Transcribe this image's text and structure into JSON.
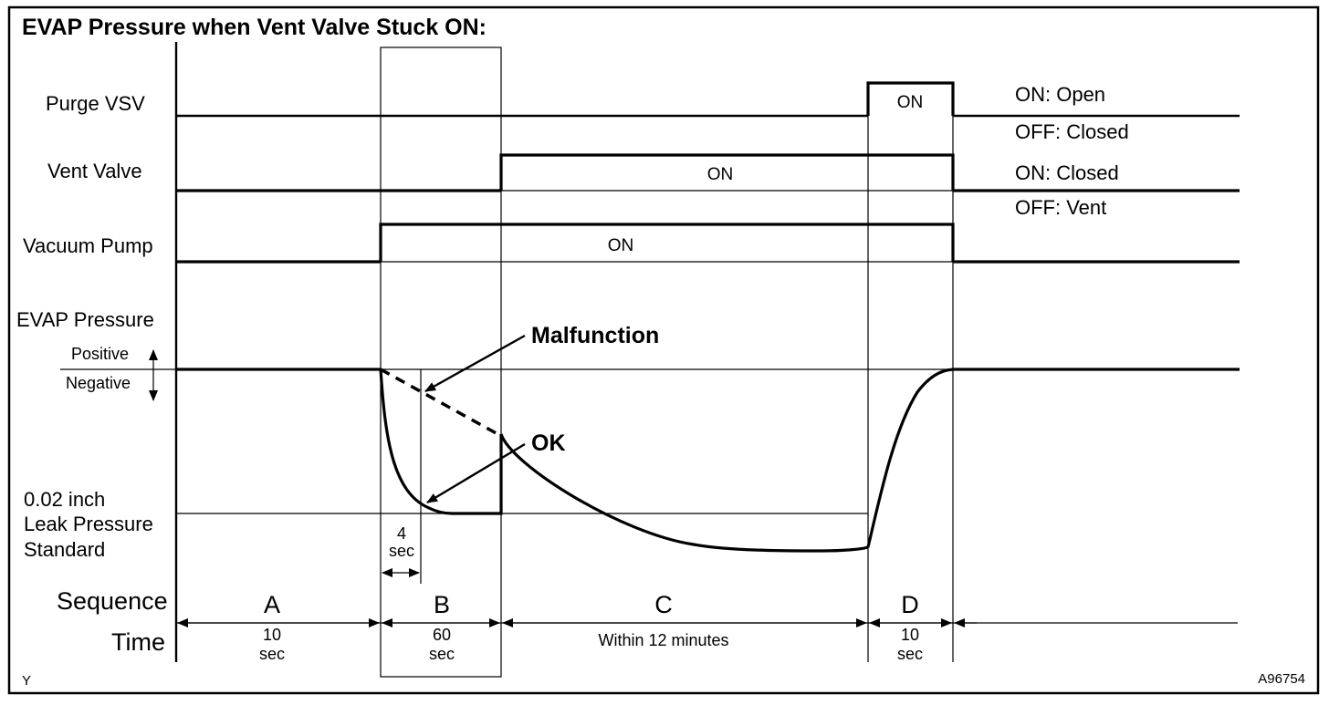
{
  "title": "EVAP Pressure when Vent Valve Stuck ON:",
  "rows": {
    "purge_vsv": "Purge VSV",
    "vent_valve": "Vent Valve",
    "vacuum_pump": "Vacuum Pump",
    "evap_pressure": "EVAP Pressure"
  },
  "state_labels": {
    "purge_on": "ON",
    "vent_on": "ON",
    "pump_on": "ON"
  },
  "legend_notes": {
    "purge_on": "ON: Open",
    "purge_off": "OFF: Closed",
    "vent_on": "ON: Closed",
    "vent_off": "OFF: Vent"
  },
  "pressure_axis": {
    "positive": "Positive",
    "negative": "Negative"
  },
  "annotations": {
    "malfunction": "Malfunction",
    "ok": "OK"
  },
  "leak_standard": {
    "line1": "0.02 inch",
    "line2": "Leak Pressure",
    "line3": "Standard"
  },
  "four_sec": {
    "value": "4",
    "unit": "sec"
  },
  "sequence_label": "Sequence",
  "time_label": "Time",
  "sequence": [
    {
      "letter": "A",
      "time1": "10",
      "time2": "sec"
    },
    {
      "letter": "B",
      "time1": "60",
      "time2": "sec"
    },
    {
      "letter": "C",
      "time1": "Within 12 minutes",
      "time2": ""
    },
    {
      "letter": "D",
      "time1": "10",
      "time2": "sec"
    }
  ],
  "corner_left": "Y",
  "figure_code": "A96754"
}
